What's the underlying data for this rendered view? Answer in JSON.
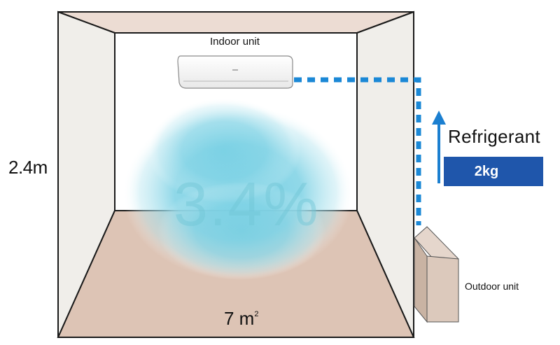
{
  "labels": {
    "indoor_unit": "Indoor unit",
    "height": "2.4m",
    "area_value": "7 m",
    "area_unit_mark": "2",
    "refrigerant": "Refrigerant",
    "refrigerant_amount": "2kg",
    "outdoor_unit": "Outdoor unit",
    "concentration": "3.4%"
  },
  "colors": {
    "wall_outline": "#1a1a1a",
    "ceiling": "#ecdcd3",
    "side_walls": "#f0eeea",
    "floor": "#ddc4b5",
    "pipe": "#1b88d6",
    "arrow": "#1b7fd0",
    "badge": "#1f56ab",
    "mist": "#74cfe3",
    "outdoor_unit_front": "#dcc9bc",
    "outdoor_unit_side": "#c9b3a3"
  },
  "icons": {
    "indoor_unit": "air-conditioner-icon",
    "outdoor_unit": "outdoor-unit-icon",
    "flow_arrow": "arrow-up-icon",
    "leak_cloud": "refrigerant-cloud-icon"
  }
}
